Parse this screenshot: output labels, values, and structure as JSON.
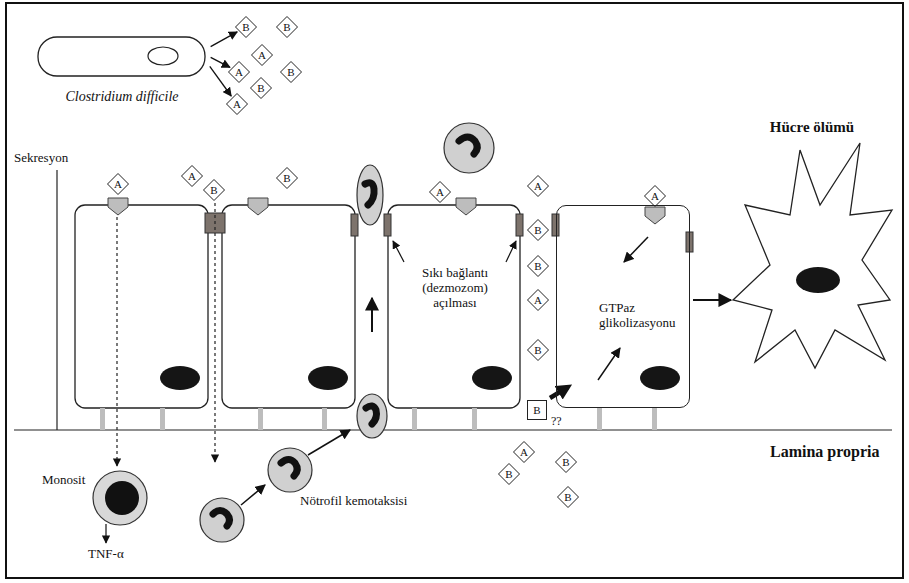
{
  "diagram": {
    "nodes": [
      {
        "text": [
          "Clostridium difficile"
        ]
      },
      {
        "text": [
          "B"
        ]
      },
      {
        "text": [
          "B"
        ]
      },
      {
        "text": [
          "A"
        ]
      },
      {
        "text": [
          "A"
        ]
      },
      {
        "text": [
          "B"
        ]
      },
      {
        "text": [
          "B"
        ]
      },
      {
        "text": [
          "A"
        ]
      },
      {
        "text": [
          "A"
        ]
      },
      {
        "text": [
          "B"
        ]
      },
      {
        "text": [
          "A"
        ]
      },
      {
        "text": [
          "B"
        ]
      },
      {
        "text": [
          "A"
        ]
      },
      {
        "text": [
          "A"
        ]
      },
      {
        "text": [
          "A"
        ]
      },
      {
        "text": [
          "B"
        ]
      },
      {
        "text": [
          "B"
        ]
      },
      {
        "text": [
          "A"
        ]
      },
      {
        "text": [
          "B"
        ]
      },
      {
        "text": [
          "GTPaz glikolizasyonu"
        ]
      },
      {
        "text": [
          "Hücre ölümü"
        ]
      },
      {
        "text": [
          "B"
        ]
      },
      {
        "text": [
          "A"
        ]
      },
      {
        "text": [
          "B"
        ]
      },
      {
        "text": [
          "B"
        ]
      },
      {
        "text": [
          "B"
        ]
      },
      {
        "text": [
          "Monosit"
        ]
      },
      {
        "text": [
          "Nötrofil kemotaksisi"
        ]
      }
    ],
    "edges": [
      {
        "from": 0,
        "to": 1,
        "arrow": "to"
      },
      {
        "from": 0,
        "to": 4,
        "arrow": "to"
      },
      {
        "from": 0,
        "to": 7,
        "arrow": "to"
      },
      {
        "from": 19,
        "to": 20,
        "arrow": "to"
      }
    ],
    "labels": [
      "Sekresyon",
      "Sıkı bağlantı (dezmozom) açılması",
      "??",
      "TNF-α",
      "Lamina propria"
    ]
  }
}
